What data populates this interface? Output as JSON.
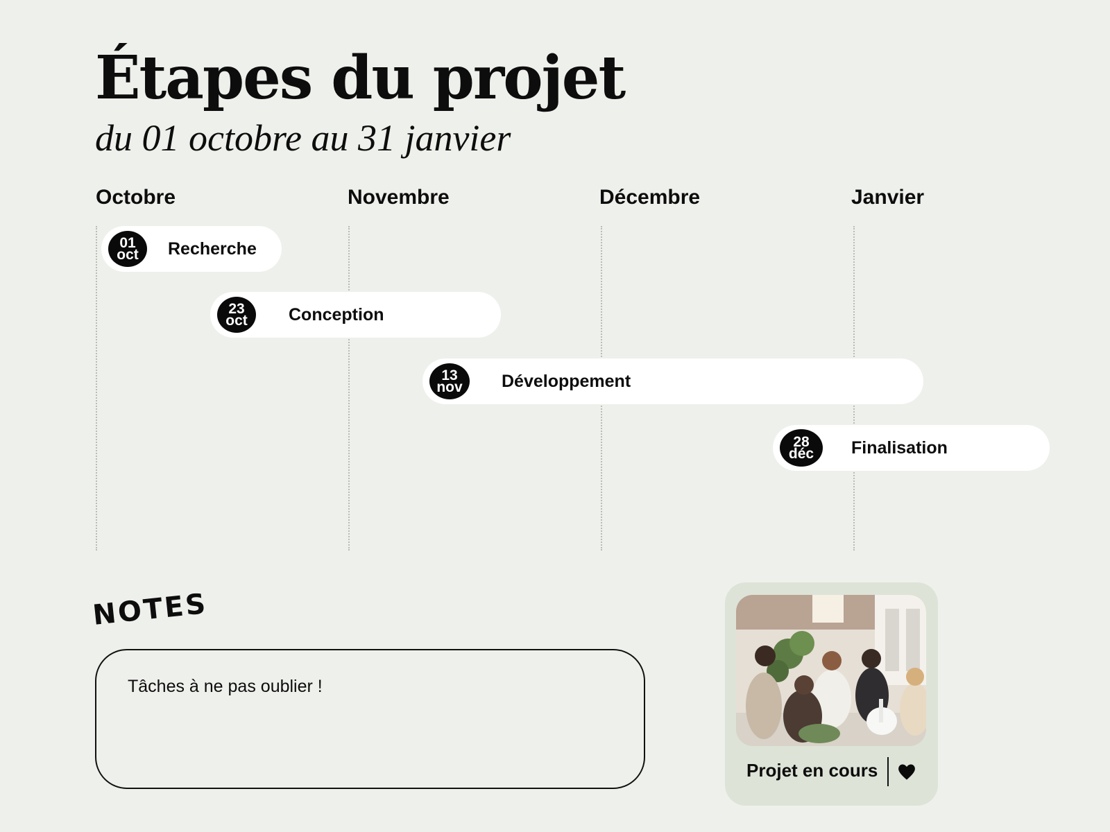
{
  "header": {
    "title": "Étapes du projet",
    "subtitle": "du 01 octobre au 31 janvier"
  },
  "timeline": {
    "months": [
      "Octobre",
      "Novembre",
      "Décembre",
      "Janvier"
    ],
    "tasks": [
      {
        "day": "01",
        "month": "oct",
        "label": "Recherche"
      },
      {
        "day": "23",
        "month": "oct",
        "label": "Conception"
      },
      {
        "day": "13",
        "month": "nov",
        "label": "Développement"
      },
      {
        "day": "28",
        "month": "déc",
        "label": "Finalisation"
      }
    ]
  },
  "notes": {
    "heading": "NOTES",
    "text": "Tâches à ne pas oublier !"
  },
  "card": {
    "photo": "team-meeting-photo",
    "label": "Projet en cours",
    "icon": "heart-icon"
  },
  "colors": {
    "background": "#eef0eb",
    "bar": "#ffffff",
    "badge": "#0a0a0a",
    "card": "#dde3d7"
  }
}
